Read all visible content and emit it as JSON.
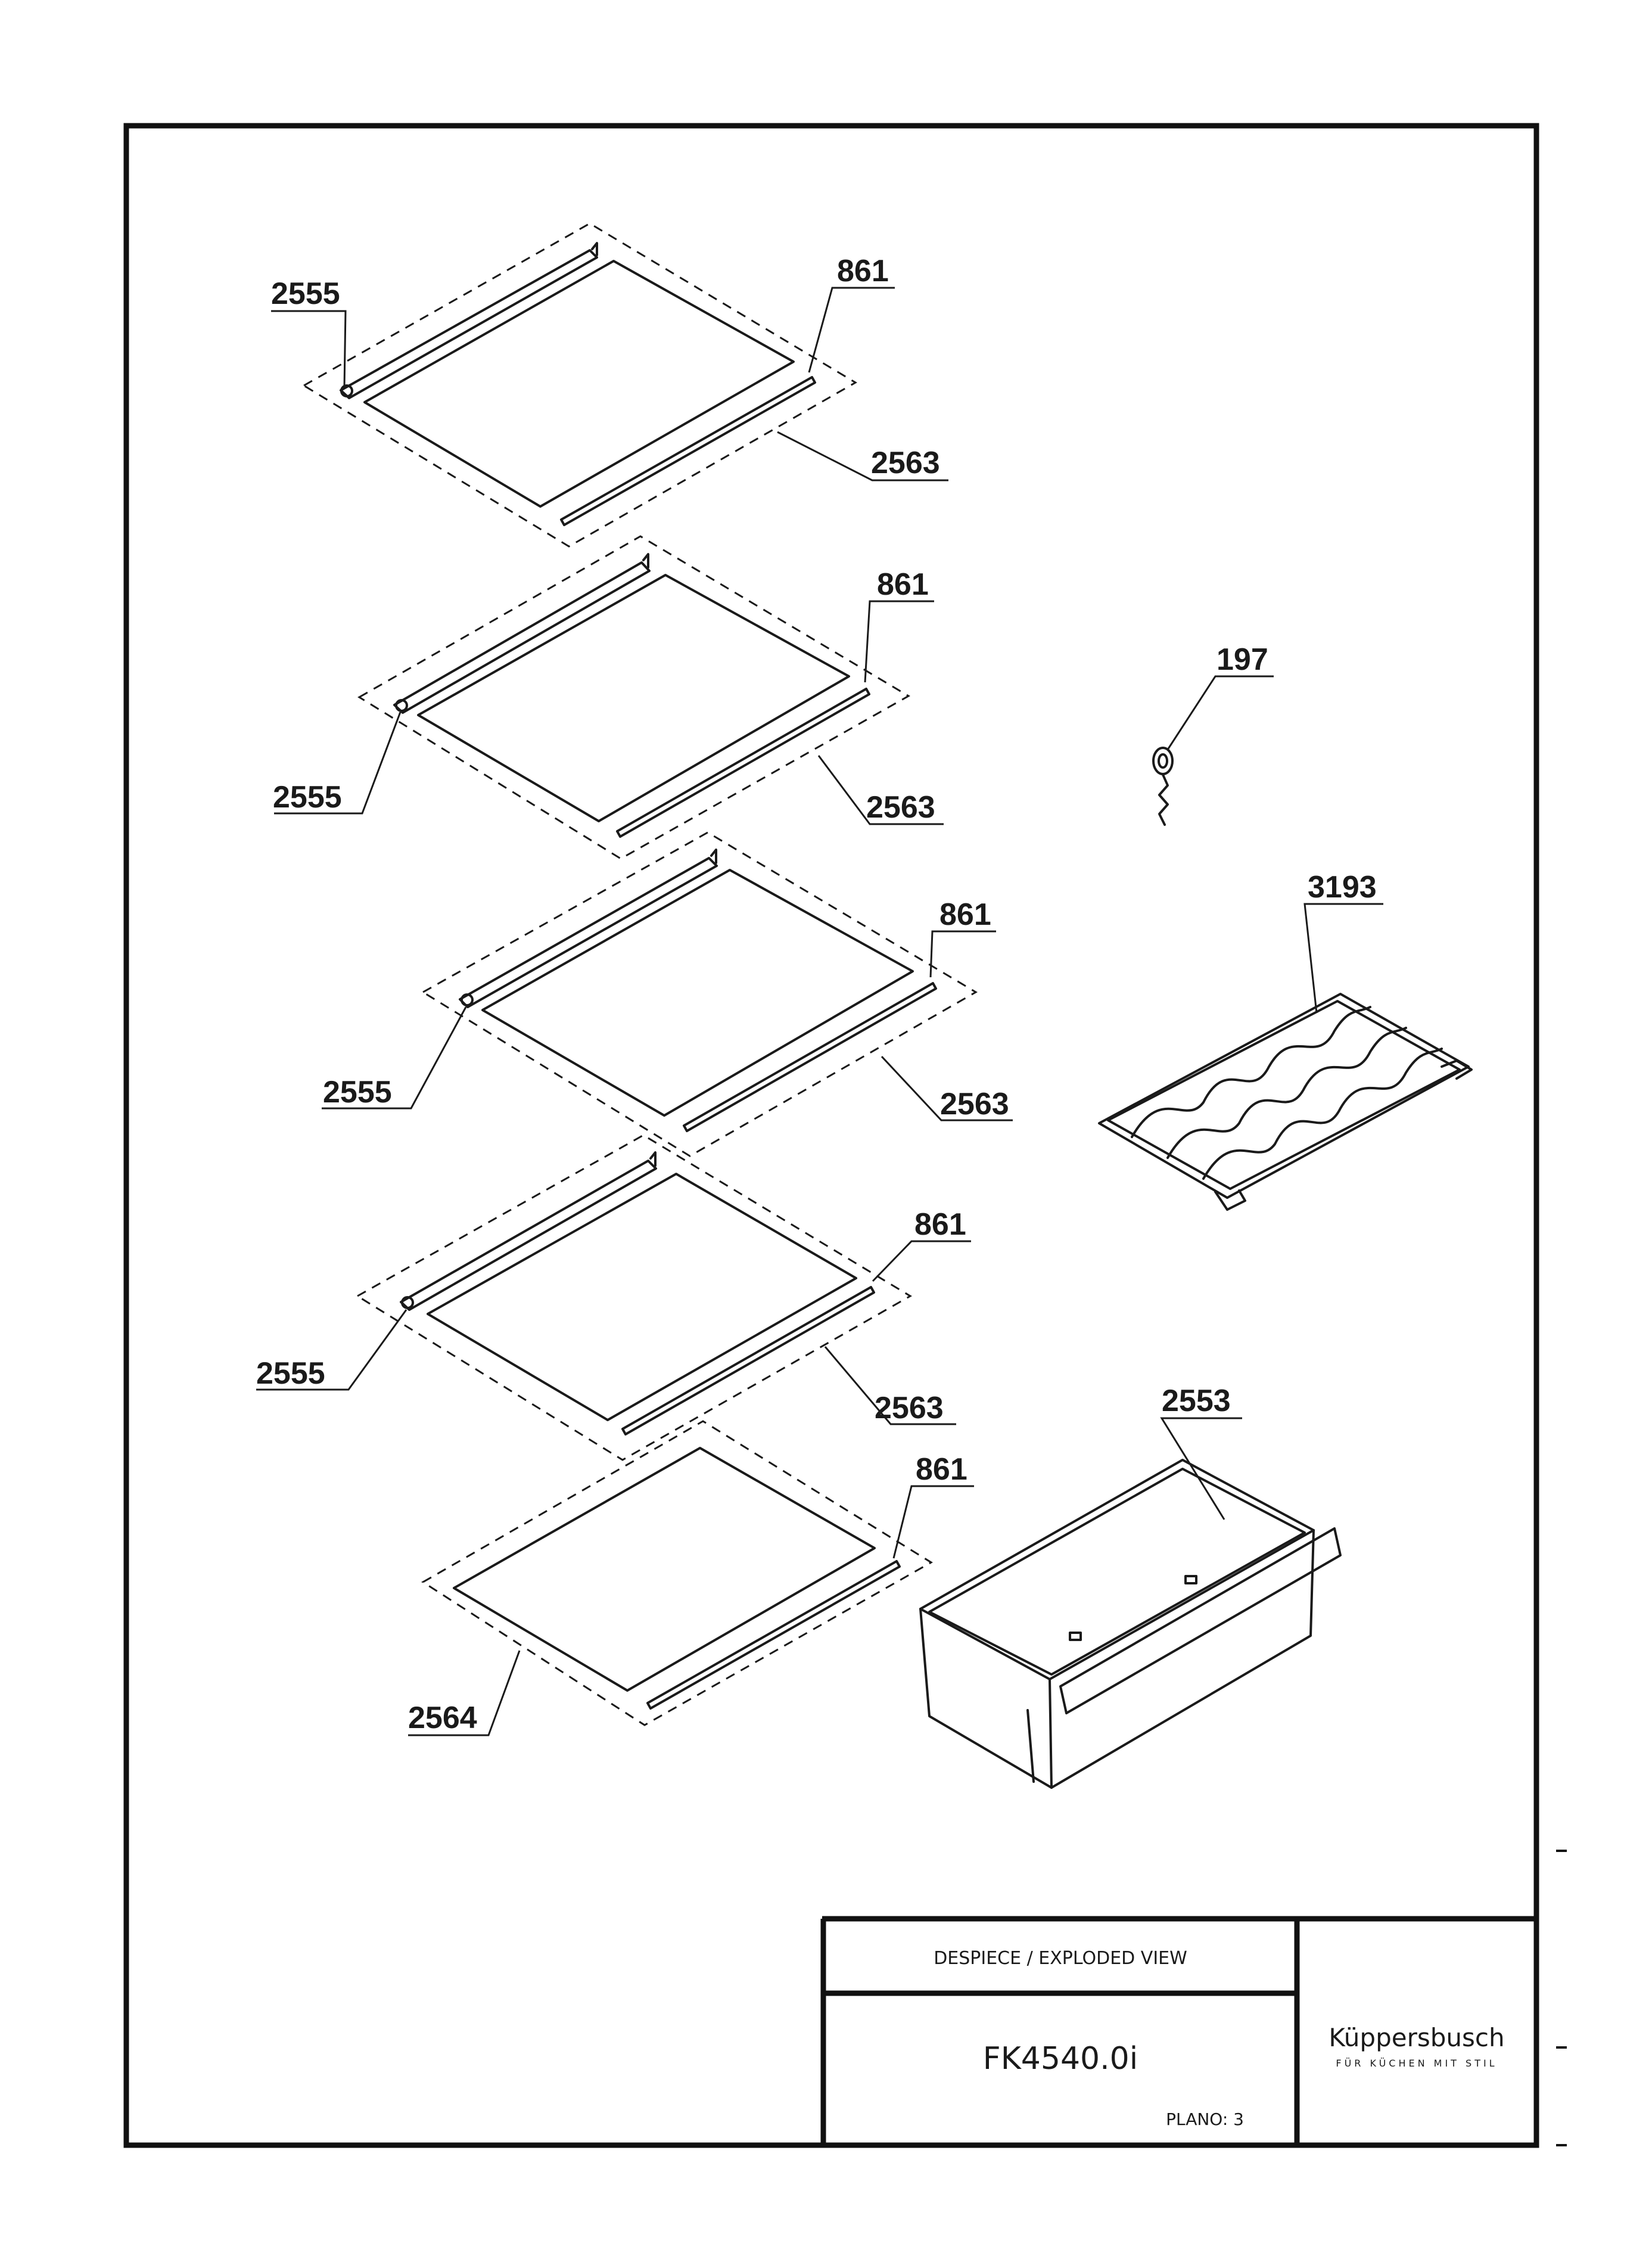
{
  "title_block": {
    "heading": "DESPIECE / EXPLODED VIEW",
    "model": "FK4540.0i",
    "sheet": "PLANO: 3",
    "brand": "Küppersbusch",
    "brand_tagline": "FÜR KÜCHEN MIT STIL"
  },
  "labels": {
    "shelf_1": {
      "frame": "2555",
      "strip": "861",
      "glass": "2563"
    },
    "shelf_2": {
      "frame": "2555",
      "strip": "861",
      "glass": "2563"
    },
    "shelf_3": {
      "frame": "2555",
      "strip": "861",
      "glass": "2563"
    },
    "shelf_4": {
      "frame": "2555",
      "strip": "861",
      "glass": "2563"
    },
    "shelf_5": {
      "strip": "861",
      "glass": "2564"
    },
    "pin": "197",
    "bottle_rack": "3193",
    "drawer": "2553"
  }
}
